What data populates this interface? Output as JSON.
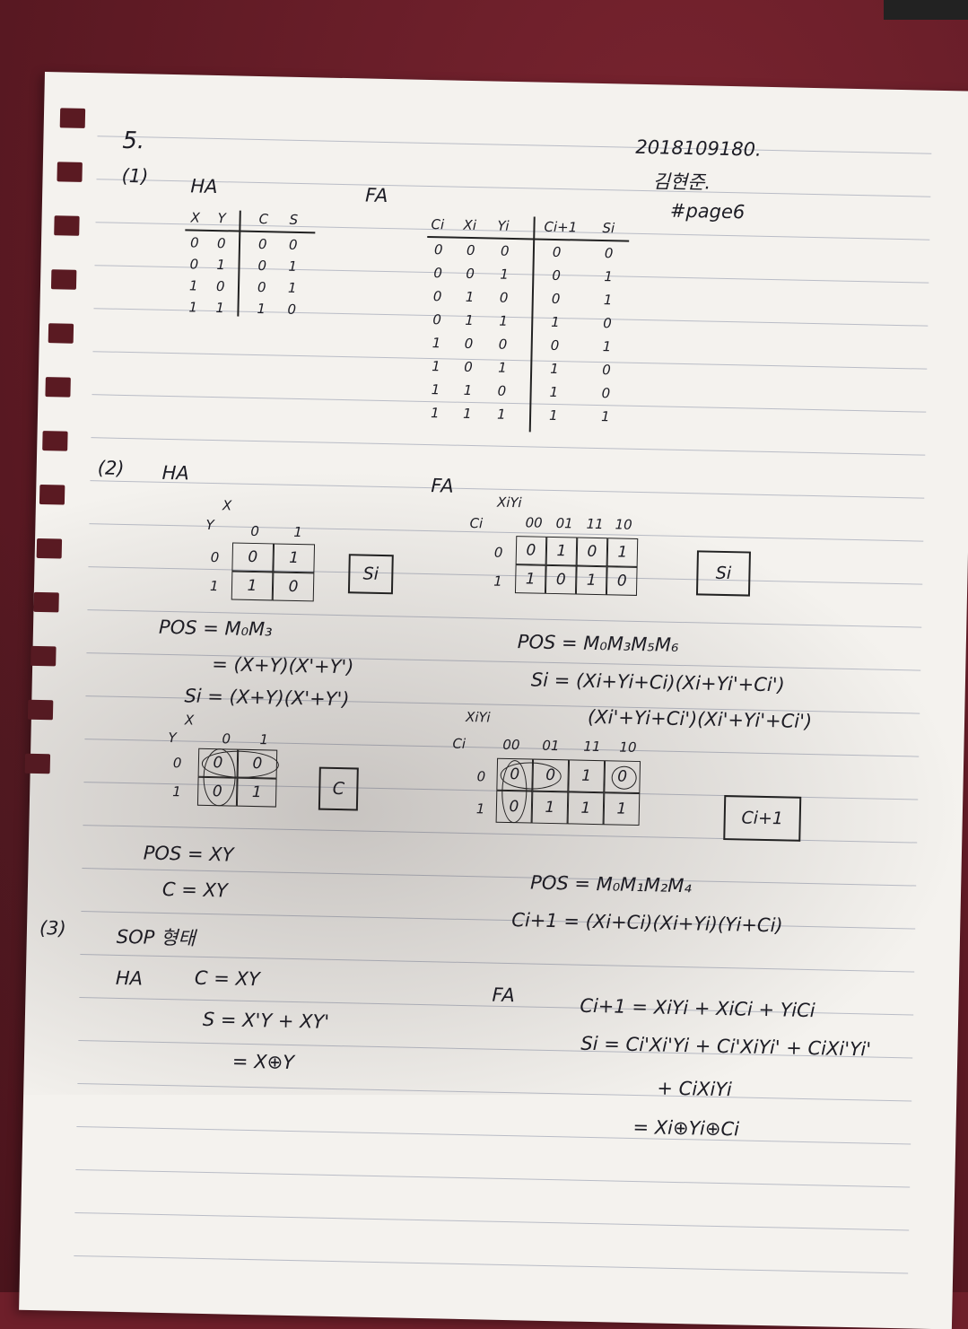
{
  "header": {
    "number": "5.",
    "student_id": "2018109180.",
    "name": "김현준.",
    "ref": "#page6"
  },
  "part1": {
    "label": "(1)",
    "ha": {
      "title": "HA",
      "head": [
        "X",
        "Y",
        "C",
        "S"
      ],
      "rows": [
        [
          "0",
          "0",
          "0",
          "0"
        ],
        [
          "0",
          "1",
          "0",
          "1"
        ],
        [
          "1",
          "0",
          "0",
          "1"
        ],
        [
          "1",
          "1",
          "1",
          "0"
        ]
      ]
    },
    "fa": {
      "title": "FA",
      "head": [
        "Ci",
        "Xi",
        "Yi",
        "Ci+1",
        "Si"
      ],
      "rows": [
        [
          "0",
          "0",
          "0",
          "0",
          "0"
        ],
        [
          "0",
          "0",
          "1",
          "0",
          "1"
        ],
        [
          "0",
          "1",
          "0",
          "0",
          "1"
        ],
        [
          "0",
          "1",
          "1",
          "1",
          "0"
        ],
        [
          "1",
          "0",
          "0",
          "0",
          "1"
        ],
        [
          "1",
          "0",
          "1",
          "1",
          "0"
        ],
        [
          "1",
          "1",
          "0",
          "1",
          "0"
        ],
        [
          "1",
          "1",
          "1",
          "1",
          "1"
        ]
      ]
    }
  },
  "part2": {
    "label": "(2)",
    "ha": {
      "title": "HA",
      "kmap_s": {
        "row_var": "Y",
        "col_var": "X",
        "cols": [
          "0",
          "1"
        ],
        "rows": [
          "0",
          "1"
        ],
        "cells": [
          [
            "0",
            "1"
          ],
          [
            "1",
            "0"
          ]
        ],
        "tag": "Si"
      },
      "pos": "POS = M₀M₃",
      "pos2": "= (X+Y)(X'+Y')",
      "si": "Si = (X+Y)(X'+Y')",
      "kmap_c": {
        "row_var": "Y",
        "col_var": "X",
        "cols": [
          "0",
          "1"
        ],
        "rows": [
          "0",
          "1"
        ],
        "cells": [
          [
            "0",
            "0"
          ],
          [
            "0",
            "1"
          ]
        ],
        "tag": "C"
      },
      "pos_c": "POS = XY",
      "c": "C = XY"
    },
    "fa": {
      "title": "FA",
      "kmap_s": {
        "row_var": "Ci",
        "col_var": "XiYi",
        "cols": [
          "00",
          "01",
          "11",
          "10"
        ],
        "rows": [
          "0",
          "1"
        ],
        "cells": [
          [
            "0",
            "1",
            "0",
            "1"
          ],
          [
            "1",
            "0",
            "1",
            "0"
          ]
        ],
        "tag": "Si"
      },
      "pos": "POS = M₀M₃M₅M₆",
      "si1": "Si = (Xi+Yi+Ci)(Xi+Yi'+Ci')",
      "si2": "(Xi'+Yi+Ci')(Xi'+Yi'+Ci')",
      "kmap_c": {
        "row_var": "Ci",
        "col_var": "XiYi",
        "cols": [
          "00",
          "01",
          "11",
          "10"
        ],
        "rows": [
          "0",
          "1"
        ],
        "cells": [
          [
            "0",
            "0",
            "1",
            "0"
          ],
          [
            "0",
            "1",
            "1",
            "1"
          ]
        ],
        "tag": "Ci+1"
      },
      "pos_c": "POS = M₀M₁M₂M₄",
      "ci1": "Ci+1 = (Xi+Ci)(Xi+Yi)(Yi+Ci)"
    }
  },
  "part3": {
    "label": "(3)",
    "title": "SOP 형태",
    "ha": {
      "title": "HA",
      "c": "C = XY",
      "s": "S = X'Y + XY'",
      "s2": "= X⊕Y"
    },
    "fa": {
      "title": "FA",
      "ci1": "Ci+1 = XiYi + XiCi + YiCi",
      "si": "Si = Ci'Xi'Yi + Ci'XiYi' + CiXi'Yi'",
      "si2": "+ CiXiYi",
      "si3": "= Xi⊕Yi⊕Ci"
    }
  }
}
